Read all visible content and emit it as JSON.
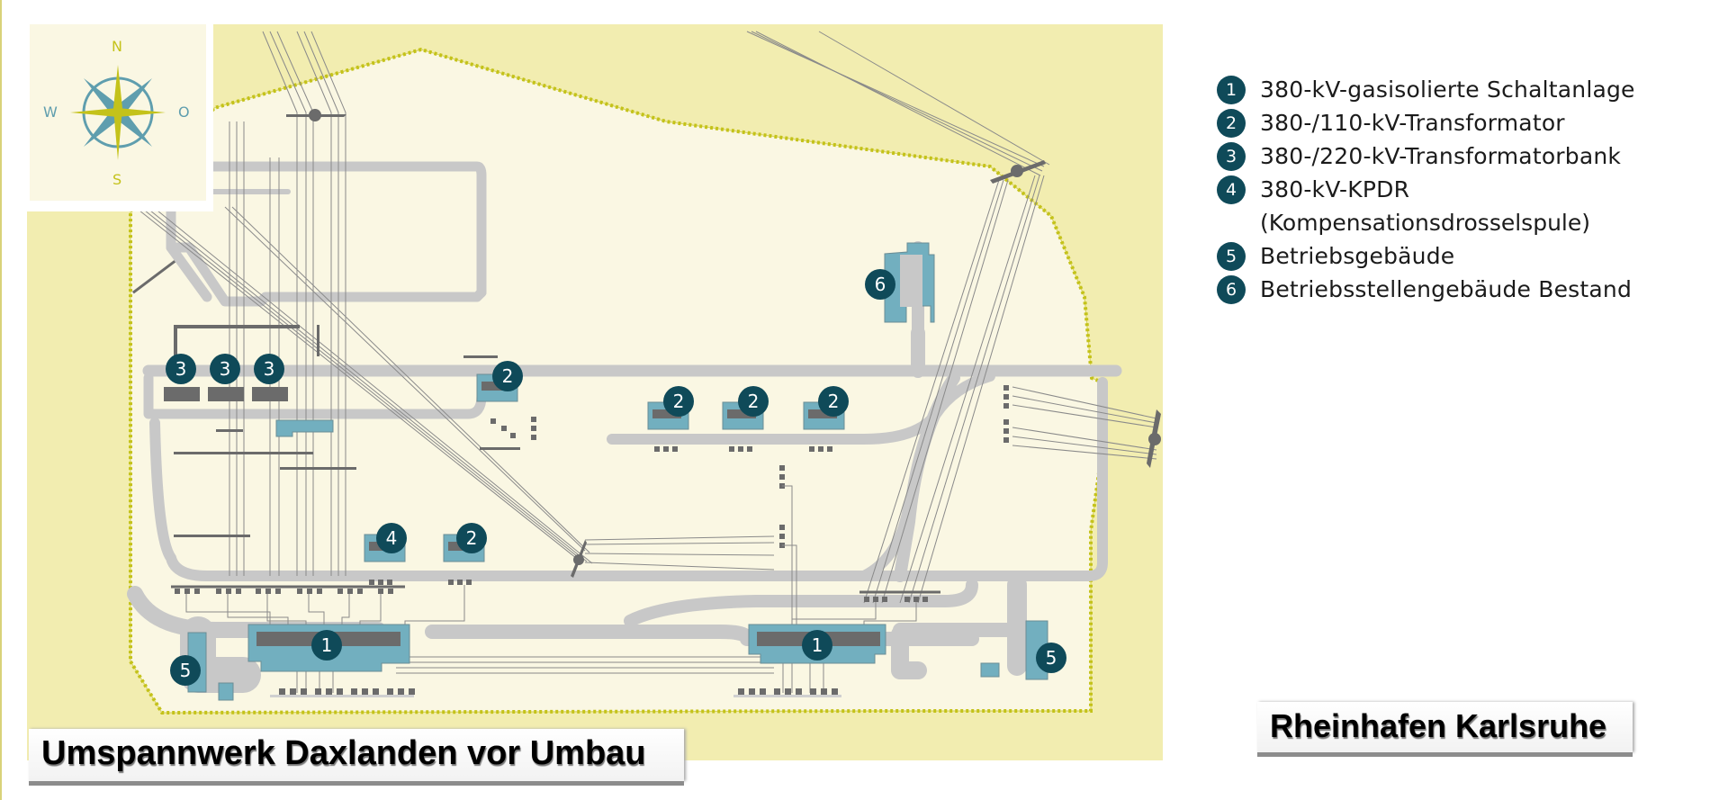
{
  "compass": {
    "north": "N",
    "south": "S",
    "west": "W",
    "east": "O",
    "icon": "compass-rose-icon"
  },
  "legend": {
    "items": [
      {
        "number": "1",
        "label": "380-kV-gasisolierte Schaltanlage"
      },
      {
        "number": "2",
        "label": "380-/110-kV-Transformator"
      },
      {
        "number": "3",
        "label": "380-/220-kV-Transformatorbank"
      },
      {
        "number": "4",
        "label": "380-kV-KPDR",
        "sublabel": "(Kompensationsdrosselspule)"
      },
      {
        "number": "5",
        "label": "Betriebsgebäude"
      },
      {
        "number": "6",
        "label": "Betriebsstellengebäude Bestand"
      }
    ]
  },
  "markers": [
    {
      "number": "3",
      "ref": "transformer-bank-a"
    },
    {
      "number": "3",
      "ref": "transformer-bank-b"
    },
    {
      "number": "3",
      "ref": "transformer-bank-c"
    },
    {
      "number": "2",
      "ref": "transformer-north"
    },
    {
      "number": "2",
      "ref": "transformer-east-a"
    },
    {
      "number": "2",
      "ref": "transformer-east-b"
    },
    {
      "number": "2",
      "ref": "transformer-east-c"
    },
    {
      "number": "4",
      "ref": "kpdr"
    },
    {
      "number": "2",
      "ref": "transformer-south"
    },
    {
      "number": "1",
      "ref": "gis-west"
    },
    {
      "number": "1",
      "ref": "gis-east"
    },
    {
      "number": "5",
      "ref": "building-west"
    },
    {
      "number": "5",
      "ref": "building-east"
    },
    {
      "number": "6",
      "ref": "building-existing"
    }
  ],
  "titles": {
    "main": "Umspannwerk Daxlanden vor Umbau",
    "location": "Rheinhafen Karlsruhe"
  },
  "colors": {
    "outer_area": "#f2edb0",
    "site_area": "#faf7e3",
    "fence": "#c4c21a",
    "road": "#c8c8c8",
    "building": "#72afbf",
    "equipment": "#6b6b6b",
    "marker": "#0f4a59",
    "compass_teal": "#5f9eae",
    "compass_gold": "#c4c21a"
  }
}
